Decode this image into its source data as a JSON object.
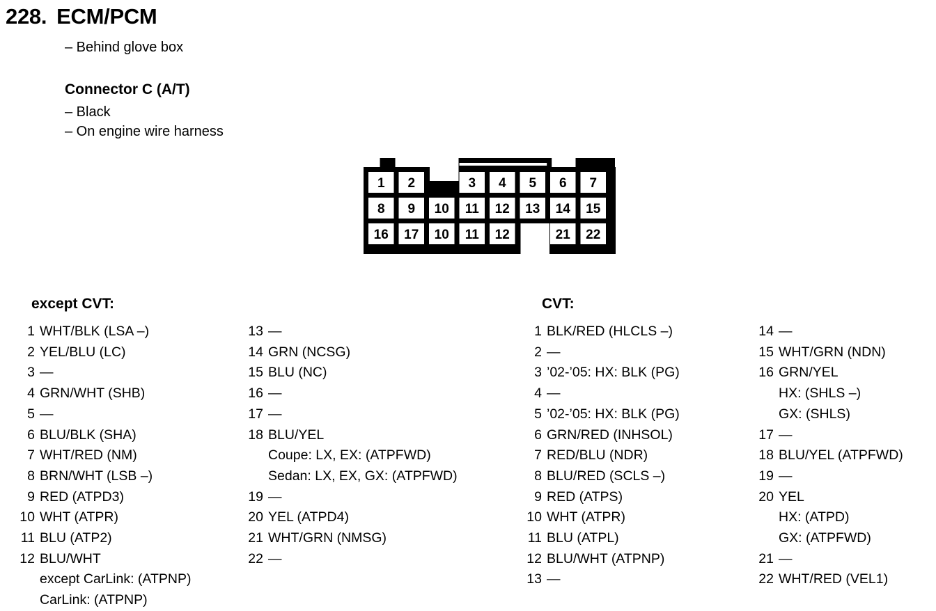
{
  "header": {
    "number": "228.",
    "title": "ECM/PCM",
    "location_note": "– Behind glove box",
    "connector_title": "Connector C (A/T)",
    "connector_color": "– Black",
    "connector_harness": "– On engine wire harness"
  },
  "connector": {
    "name": "connector-c-pinout-diagram",
    "rows": [
      [
        {
          "label": "1",
          "present": true
        },
        {
          "label": "2",
          "present": true
        },
        {
          "label": "",
          "present": false
        },
        {
          "label": "3",
          "present": true
        },
        {
          "label": "4",
          "present": true
        },
        {
          "label": "5",
          "present": true
        },
        {
          "label": "6",
          "present": true
        },
        {
          "label": "7",
          "present": true
        }
      ],
      [
        {
          "label": "8",
          "present": true
        },
        {
          "label": "9",
          "present": true
        },
        {
          "label": "10",
          "present": true
        },
        {
          "label": "11",
          "present": true
        },
        {
          "label": "12",
          "present": true
        },
        {
          "label": "13",
          "present": true
        },
        {
          "label": "14",
          "present": true
        },
        {
          "label": "15",
          "present": true
        }
      ],
      [
        {
          "label": "16",
          "present": true
        },
        {
          "label": "17",
          "present": true
        },
        {
          "label": "10",
          "present": true
        },
        {
          "label": "11",
          "present": true
        },
        {
          "label": "12",
          "present": true
        },
        {
          "label": "",
          "present": false
        },
        {
          "label": "21",
          "present": true
        },
        {
          "label": "22",
          "present": true
        }
      ]
    ]
  },
  "lists": {
    "except_cvt": {
      "header": "except CVT:",
      "column_a": [
        {
          "pin": "1",
          "desc": "WHT/BLK (LSA –)",
          "sublines": []
        },
        {
          "pin": "2",
          "desc": "YEL/BLU (LC)",
          "sublines": []
        },
        {
          "pin": "3",
          "desc": "—",
          "sublines": []
        },
        {
          "pin": "4",
          "desc": "GRN/WHT (SHB)",
          "sublines": []
        },
        {
          "pin": "5",
          "desc": "—",
          "sublines": []
        },
        {
          "pin": "6",
          "desc": "BLU/BLK (SHA)",
          "sublines": []
        },
        {
          "pin": "7",
          "desc": "WHT/RED (NM)",
          "sublines": []
        },
        {
          "pin": "8",
          "desc": "BRN/WHT (LSB –)",
          "sublines": []
        },
        {
          "pin": "9",
          "desc": "RED (ATPD3)",
          "sublines": []
        },
        {
          "pin": "10",
          "desc": "WHT (ATPR)",
          "sublines": []
        },
        {
          "pin": "11",
          "desc": "BLU (ATP2)",
          "sublines": []
        },
        {
          "pin": "12",
          "desc": "BLU/WHT",
          "sublines": [
            "except CarLink: (ATPNP)",
            "CarLink: (ATPNP)"
          ]
        }
      ],
      "column_b": [
        {
          "pin": "13",
          "desc": "—",
          "sublines": []
        },
        {
          "pin": "14",
          "desc": "GRN (NCSG)",
          "sublines": []
        },
        {
          "pin": "15",
          "desc": "BLU (NC)",
          "sublines": []
        },
        {
          "pin": "16",
          "desc": "—",
          "sublines": []
        },
        {
          "pin": "17",
          "desc": "—",
          "sublines": []
        },
        {
          "pin": "18",
          "desc": "BLU/YEL",
          "sublines": [
            "Coupe: LX, EX: (ATPFWD)",
            "Sedan: LX, EX, GX: (ATPFWD)"
          ]
        },
        {
          "pin": "19",
          "desc": "—",
          "sublines": []
        },
        {
          "pin": "20",
          "desc": "YEL (ATPD4)",
          "sublines": []
        },
        {
          "pin": "21",
          "desc": "WHT/GRN (NMSG)",
          "sublines": []
        },
        {
          "pin": "22",
          "desc": "—",
          "sublines": []
        }
      ]
    },
    "cvt": {
      "header": "CVT:",
      "column_a": [
        {
          "pin": "1",
          "desc": "BLK/RED (HLCLS –)",
          "sublines": []
        },
        {
          "pin": "2",
          "desc": "—",
          "sublines": []
        },
        {
          "pin": "3",
          "desc": "’02-’05: HX: BLK (PG)",
          "sublines": []
        },
        {
          "pin": "4",
          "desc": "—",
          "sublines": []
        },
        {
          "pin": "5",
          "desc": "’02-’05: HX: BLK (PG)",
          "sublines": []
        },
        {
          "pin": "6",
          "desc": "GRN/RED (INHSOL)",
          "sublines": []
        },
        {
          "pin": "7",
          "desc": "RED/BLU (NDR)",
          "sublines": []
        },
        {
          "pin": "8",
          "desc": "BLU/RED (SCLS –)",
          "sublines": []
        },
        {
          "pin": "9",
          "desc": "RED (ATPS)",
          "sublines": []
        },
        {
          "pin": "10",
          "desc": "WHT (ATPR)",
          "sublines": []
        },
        {
          "pin": "11",
          "desc": "BLU (ATPL)",
          "sublines": []
        },
        {
          "pin": "12",
          "desc": "BLU/WHT (ATPNP)",
          "sublines": []
        },
        {
          "pin": "13",
          "desc": "—",
          "sublines": []
        }
      ],
      "column_b": [
        {
          "pin": "14",
          "desc": "—",
          "sublines": []
        },
        {
          "pin": "15",
          "desc": "WHT/GRN (NDN)",
          "sublines": []
        },
        {
          "pin": "16",
          "desc": "GRN/YEL",
          "sublines": [
            "HX: (SHLS –)",
            "GX: (SHLS)"
          ]
        },
        {
          "pin": "17",
          "desc": "—",
          "sublines": []
        },
        {
          "pin": "18",
          "desc": "BLU/YEL (ATPFWD)",
          "sublines": []
        },
        {
          "pin": "19",
          "desc": "—",
          "sublines": []
        },
        {
          "pin": "20",
          "desc": "YEL",
          "sublines": [
            "HX: (ATPD)",
            "GX: (ATPFWD)"
          ]
        },
        {
          "pin": "21",
          "desc": "—",
          "sublines": []
        },
        {
          "pin": "22",
          "desc": "WHT/RED (VEL1)",
          "sublines": []
        }
      ]
    }
  }
}
